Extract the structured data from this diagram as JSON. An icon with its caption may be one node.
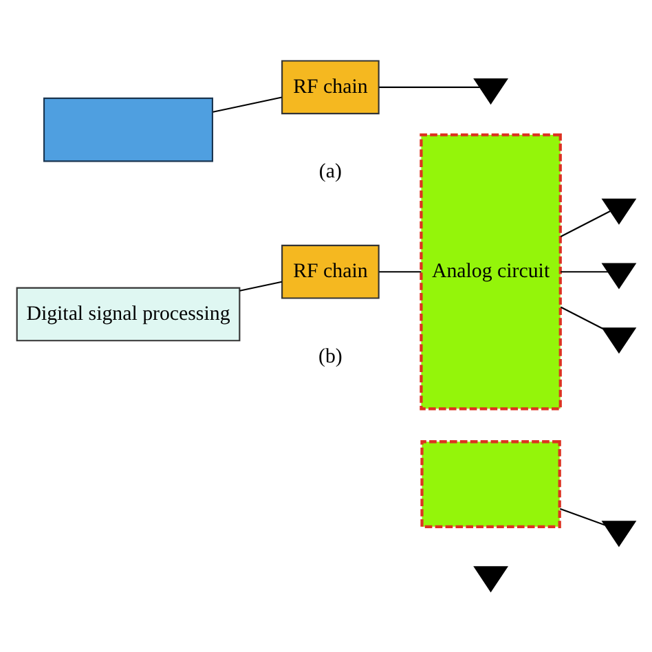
{
  "diagram": {
    "nodes": [
      {
        "text": [],
        "shape": "box"
      },
      {
        "text": [
          "RF chain"
        ]
      },
      {
        "text": [],
        "shape": "antenna"
      },
      {
        "text": [
          "Digital signal processing"
        ]
      },
      {
        "text": [
          "RF chain"
        ]
      },
      {
        "text": [
          "Analog circuit"
        ]
      },
      {
        "text": [],
        "shape": "antenna"
      },
      {
        "text": [],
        "shape": "antenna"
      },
      {
        "text": [],
        "shape": "antenna"
      },
      {
        "text": [],
        "shape": "box"
      },
      {
        "text": [],
        "shape": "antenna"
      },
      {
        "text": [],
        "shape": "antenna"
      }
    ],
    "edges": [
      {
        "from": 0,
        "to": 1,
        "arrow": "none"
      },
      {
        "from": 1,
        "to": 2,
        "arrow": "none"
      },
      {
        "from": 3,
        "to": 4,
        "arrow": "none"
      },
      {
        "from": 4,
        "to": 5,
        "arrow": "none"
      },
      {
        "from": 5,
        "to": 6,
        "arrow": "none"
      },
      {
        "from": 5,
        "to": 7,
        "arrow": "none"
      },
      {
        "from": 5,
        "to": 8,
        "arrow": "none"
      },
      {
        "from": 9,
        "to": 10,
        "arrow": "none"
      }
    ],
    "labels": [
      "(a)",
      "(b)"
    ]
  }
}
